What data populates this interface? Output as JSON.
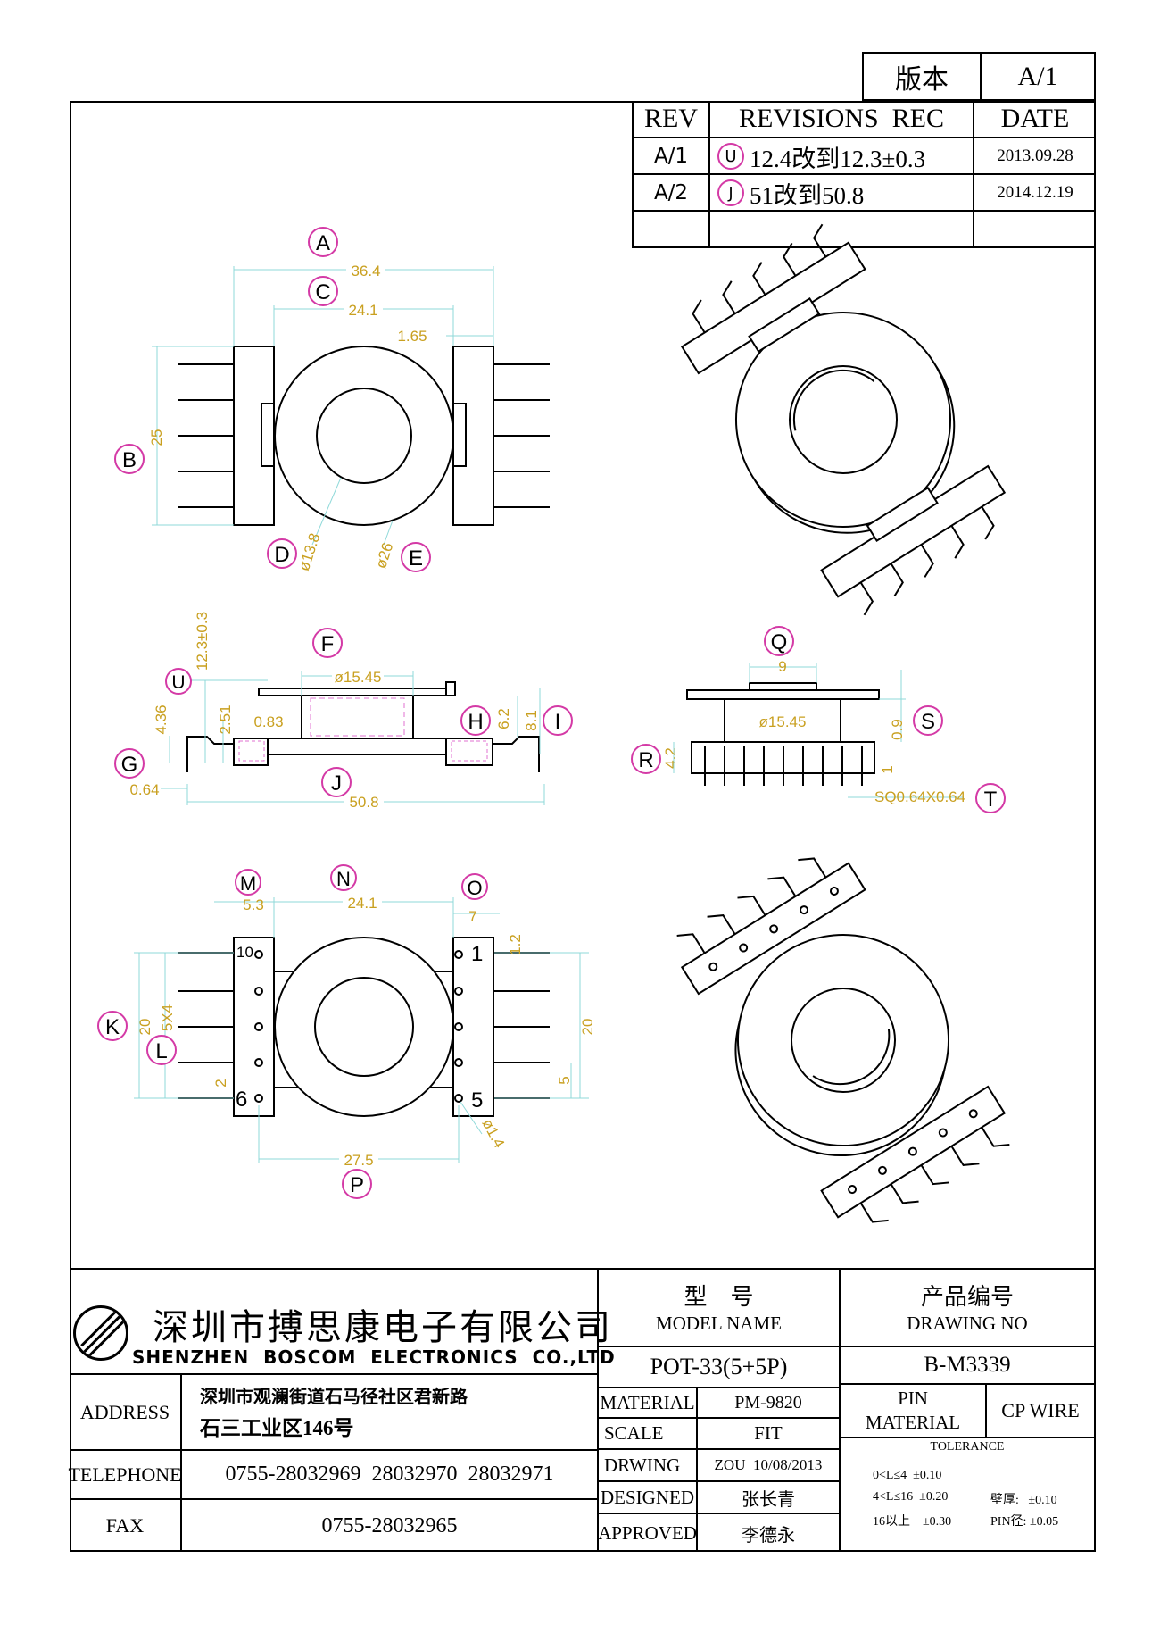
{
  "version_box": {
    "label": "版本",
    "value": "A/1"
  },
  "revisions": {
    "headers": {
      "rev": "REV",
      "rec": "REVISIONS  REC",
      "date": "DATE"
    },
    "rows": [
      {
        "rev": "A/1",
        "mark": "U",
        "text": "12.4改到12.3±0.3",
        "date": "2013.09.28"
      },
      {
        "rev": "A/2",
        "mark": "J",
        "text": "51改到50.8",
        "date": "2014.12.19"
      }
    ]
  },
  "top_view": {
    "labels": {
      "A": "A",
      "B": "B",
      "C": "C",
      "D": "D",
      "E": "E"
    },
    "dims": {
      "a": "36.4",
      "c": "24.1",
      "w": "1.65",
      "b": "25",
      "d": "ø13.8",
      "e": "ø26"
    }
  },
  "front_view": {
    "labels": {
      "F": "F",
      "G": "G",
      "H": "H",
      "I": "I",
      "J": "J",
      "U": "U"
    },
    "dims": {
      "u": "12.3±0.3",
      "f": "ø15.45",
      "h1": "4.36",
      "h2": "2.51",
      "w": "0.83",
      "h": "6.2",
      "i": "8.1",
      "g": "0.64",
      "j": "50.8"
    }
  },
  "side_view": {
    "labels": {
      "Q": "Q",
      "R": "R",
      "S": "S",
      "T": "T"
    },
    "dims": {
      "q": "9",
      "d": "ø15.45",
      "s": "0.9",
      "s2": "1",
      "r": "4.2",
      "t": "SQ0.64X0.64"
    }
  },
  "bottom_view": {
    "labels": {
      "K": "K",
      "L": "L",
      "M": "M",
      "N": "N",
      "O": "O",
      "P": "P"
    },
    "dims": {
      "m": "5.3",
      "n": "24.1",
      "o": "7",
      "o2": "1.2",
      "k": "20",
      "l": "5X4",
      "two": "2",
      "r20": "20",
      "r5": "5",
      "pin": "ø1.4",
      "p": "27.5"
    },
    "pin_numbers": {
      "p10": "10",
      "p1": "1",
      "p6": "6",
      "p5": "5"
    }
  },
  "title_block": {
    "company_cn": "深圳市搏思康电子有限公司",
    "company_en": "SHENZHEN  BOSCOM  ELECTRONICS  CO.,LTD",
    "model_label_cn": "型    号",
    "model_label_en": "MODEL NAME",
    "model_value": "POT-33(5+5P)",
    "drawing_label_cn": "产品编号",
    "drawing_label_en": "DRAWING NO",
    "drawing_value": "B-M3339",
    "address_label": "ADDRESS",
    "address_line1": "深圳市观澜街道石马径社区君新路",
    "address_line2": "石三工业区146号",
    "telephone_label": "TELEPHONE",
    "telephone_value": "0755-28032969  28032970  28032971",
    "fax_label": "FAX",
    "fax_value": "0755-28032965",
    "material_label": "MATERIAL",
    "material_value": "PM-9820",
    "scale_label": "SCALE",
    "scale_value": "FIT",
    "drawing_by_label": "DRWING",
    "drawing_by_value": "ZOU  10/08/2013",
    "designed_label": "DESIGNED",
    "designed_value": "张长青",
    "approved_label": "APPROVED",
    "approved_value": "李德永",
    "pin_material_label1": "PIN",
    "pin_material_label2": "MATERIAL",
    "pin_material_value": "CP WIRE",
    "tolerance_label": "TOLERANCE",
    "tolerance_lines": [
      "0<L≤4  ±0.10",
      "4<L≤16  ±0.20",
      "16以上    ±0.30"
    ],
    "tolerance_extra": [
      "壁厚:   ±0.10",
      "PIN径: ±0.05"
    ]
  }
}
